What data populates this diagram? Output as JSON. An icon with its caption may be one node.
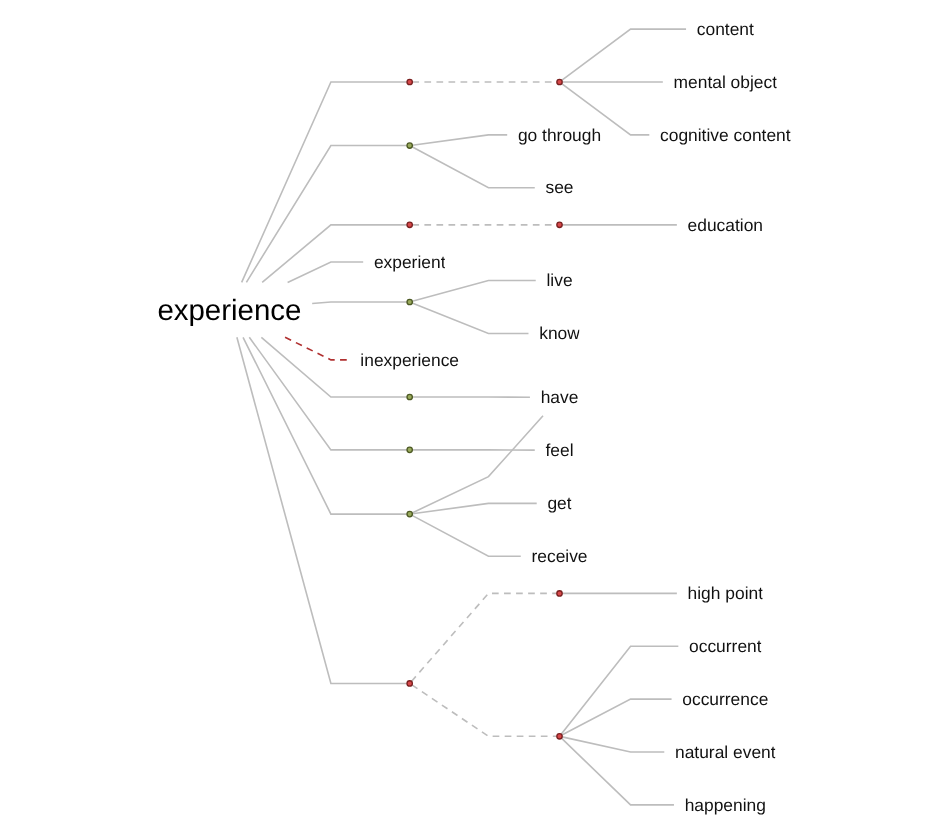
{
  "diagram": {
    "nodes": [
      {
        "text": [
          "cognitive content"
        ]
      },
      {
        "text": [
          "mental object"
        ]
      },
      {
        "text": [
          "content"
        ]
      },
      {
        "text": [],
        "shape": "circle"
      },
      {
        "text": [
          "go through"
        ]
      },
      {
        "text": [
          "see"
        ]
      },
      {
        "text": [
          "education"
        ]
      },
      {
        "text": [],
        "shape": "circle"
      },
      {
        "text": [],
        "shape": "circle"
      },
      {
        "text": [
          "live"
        ]
      },
      {
        "text": [],
        "shape": "circle"
      },
      {
        "text": [
          "know"
        ]
      },
      {
        "text": [],
        "shape": "circle"
      },
      {
        "text": [
          "experient"
        ]
      },
      {
        "text": [],
        "shape": "circle"
      },
      {
        "text": [
          "experience"
        ]
      },
      {
        "text": [
          "inexperience"
        ]
      },
      {
        "text": [],
        "shape": "circle"
      },
      {
        "text": [
          "high point"
        ]
      },
      {
        "text": [],
        "shape": "circle"
      },
      {
        "text": [],
        "shape": "circle"
      },
      {
        "text": [],
        "shape": "circle"
      },
      {
        "text": [],
        "shape": "circle"
      },
      {
        "text": [
          "have"
        ]
      },
      {
        "text": [
          "feel"
        ]
      },
      {
        "text": [
          "occurrent"
        ]
      },
      {
        "text": [],
        "shape": "circle"
      },
      {
        "text": [
          "get"
        ]
      },
      {
        "text": [
          "receive"
        ]
      },
      {
        "text": [
          "occurrence"
        ]
      },
      {
        "text": [
          "natural event"
        ]
      },
      {
        "text": [
          "happening"
        ]
      }
    ],
    "edges": [
      {
        "from": 15,
        "to": 7,
        "arrow": "none"
      },
      {
        "from": 7,
        "to": 3,
        "arrow": "none",
        "style": "dashed"
      },
      {
        "from": 3,
        "to": 2,
        "arrow": "none"
      },
      {
        "from": 3,
        "to": 1,
        "arrow": "none"
      },
      {
        "from": 3,
        "to": 0,
        "arrow": "none"
      },
      {
        "from": 15,
        "to": 8,
        "arrow": "none"
      },
      {
        "from": 8,
        "to": 4,
        "arrow": "none"
      },
      {
        "from": 8,
        "to": 5,
        "arrow": "none"
      },
      {
        "from": 15,
        "to": 14,
        "arrow": "none"
      },
      {
        "from": 14,
        "to": 10,
        "arrow": "none",
        "style": "dashed"
      },
      {
        "from": 10,
        "to": 6,
        "arrow": "none"
      },
      {
        "from": 15,
        "to": 13,
        "arrow": "none"
      },
      {
        "from": 15,
        "to": 12,
        "arrow": "none"
      },
      {
        "from": 12,
        "to": 9,
        "arrow": "none"
      },
      {
        "from": 12,
        "to": 11,
        "arrow": "none"
      },
      {
        "from": 15,
        "to": 16,
        "arrow": "none",
        "style": "dashed",
        "color": "#b03030"
      },
      {
        "from": 15,
        "to": 17,
        "arrow": "none"
      },
      {
        "from": 17,
        "to": 23,
        "arrow": "none"
      },
      {
        "from": 15,
        "to": 21,
        "arrow": "none"
      },
      {
        "from": 21,
        "to": 24,
        "arrow": "none"
      },
      {
        "from": 15,
        "to": 22,
        "arrow": "none"
      },
      {
        "from": 22,
        "to": 23,
        "arrow": "none"
      },
      {
        "from": 22,
        "to": 27,
        "arrow": "none"
      },
      {
        "from": 22,
        "to": 28,
        "arrow": "none"
      },
      {
        "from": 15,
        "to": 20,
        "arrow": "none"
      },
      {
        "from": 20,
        "to": 19,
        "arrow": "none",
        "style": "dashed"
      },
      {
        "from": 19,
        "to": 18,
        "arrow": "none"
      },
      {
        "from": 20,
        "to": 26,
        "arrow": "none",
        "style": "dashed"
      },
      {
        "from": 26,
        "to": 25,
        "arrow": "none"
      },
      {
        "from": 26,
        "to": 29,
        "arrow": "none"
      },
      {
        "from": 26,
        "to": 30,
        "arrow": "none"
      },
      {
        "from": 26,
        "to": 31,
        "arrow": "none"
      }
    ]
  }
}
